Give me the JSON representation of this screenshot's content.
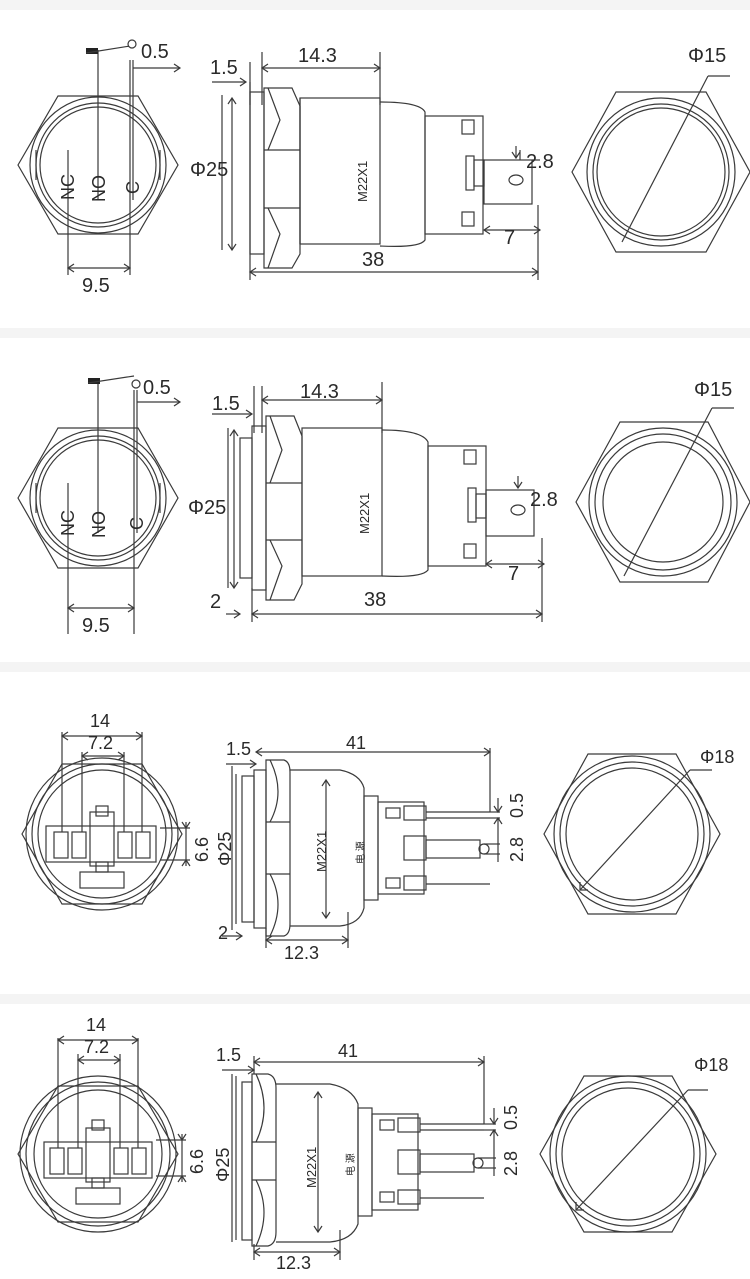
{
  "colors": {
    "line": "#3a3a3a",
    "background": "#ffffff",
    "separator": "#f0f0f0"
  },
  "panels": [
    {
      "front": {
        "pin_labels": [
          "NC",
          "NO",
          "C"
        ],
        "pin_spacing": "9.5",
        "pin_thickness": "0.5"
      },
      "side": {
        "flange": "1.5",
        "body_length": "14.3",
        "diameter": "Φ25",
        "thread": "M22X1",
        "terminal_width": "2.8",
        "terminal_length": "7",
        "total_length": "38"
      },
      "back": {
        "diameter": "Φ15"
      }
    },
    {
      "front": {
        "pin_labels": [
          "NC",
          "NO",
          "C"
        ],
        "pin_spacing": "9.5",
        "pin_thickness": "0.5"
      },
      "side": {
        "flange": "1.5",
        "lens": "2",
        "body_length": "14.3",
        "diameter": "Φ25",
        "thread": "M22X1",
        "terminal_width": "2.8",
        "terminal_length": "7",
        "total_length": "38"
      },
      "back": {
        "diameter": "Φ15"
      }
    },
    {
      "front": {
        "width_outer": "14",
        "width_inner": "7.2",
        "height": "6.6"
      },
      "side": {
        "flange": "1.5",
        "lens": "2",
        "total_length": "41",
        "diameter": "Φ25",
        "thread": "M22X1",
        "base_length": "12.3",
        "pin_thickness": "0.5",
        "terminal_width": "2.8",
        "body_text": "电 源"
      },
      "back": {
        "diameter": "Φ18"
      }
    },
    {
      "front": {
        "width_outer": "14",
        "width_inner": "7.2",
        "height": "6.6"
      },
      "side": {
        "flange": "1.5",
        "total_length": "41",
        "diameter": "Φ25",
        "thread": "M22X1",
        "base_length": "12.3",
        "pin_thickness": "0.5",
        "terminal_width": "2.8",
        "body_text": "电 源"
      },
      "back": {
        "diameter": "Φ18"
      }
    }
  ]
}
